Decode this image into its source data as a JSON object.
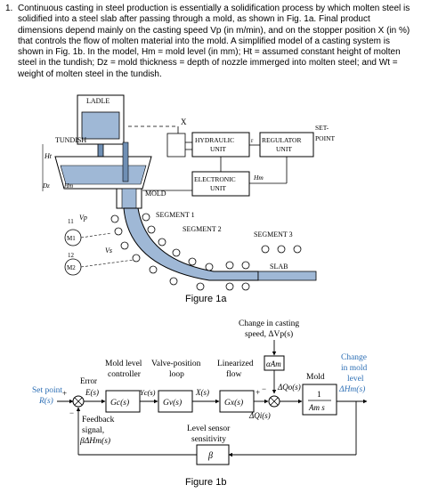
{
  "problem": {
    "number": "1.",
    "text": "Continuous casting in steel production is essentially a solidification process by which molten steel is solidified into a steel slab after passing through a mold, as shown in Fig. 1a. Final product dimensions depend mainly on the casting speed Vp (in m/min), and on the stopper position X (in %) that controls the flow of molten material into the mold. A simplified model of a casting system is shown in Fig. 1b. In the model, Hm = mold level (in mm); Ht = assumed constant height of molten steel in the tundish; Dz = mold thickness = depth of nozzle immerged into molten steel; and Wt = weight of molten steel in the tundish."
  },
  "fig1a": {
    "caption": "Figure 1a",
    "labels": {
      "ladle": "LADLE",
      "tundish": "TUNDISH",
      "ht": "Ht",
      "dz": "Dz",
      "hm": "Hm",
      "mold": "MOLD",
      "x": "X",
      "hydraulic": "HYDRAULIC",
      "hydraulic2": "UNIT",
      "r": "r",
      "regulator": "REGULATOR",
      "regulator2": "UNIT",
      "setpoint": "SET-",
      "setpoint2": "POINT",
      "electronic": "ELECTRONIC",
      "electronic2": "UNIT",
      "hm2": "Hm",
      "segment1": "SEGMENT 1",
      "segment2": "SEGMENT 2",
      "segment3": "SEGMENT 3",
      "slab": "SLAB",
      "vp": "Vp",
      "vs": "Vs",
      "n11": "11",
      "n12": "12",
      "m1": "M1",
      "m2": "M2"
    }
  },
  "fig1b": {
    "caption": "Figure 1b",
    "labels": {
      "change_speed_1": "Change in casting",
      "change_speed_2": "speed, ΔVp(s)",
      "alpha_am": "αAm",
      "mold_level_controller_1": "Mold level",
      "mold_level_controller_2": "controller",
      "valve_loop_1": "Valve-position",
      "valve_loop_2": "loop",
      "linearized_flow_1": "Linearized",
      "linearized_flow_2": "flow",
      "mold": "Mold",
      "change_level_1": "Change",
      "change_level_2": "in mold",
      "change_level_3": "level",
      "change_level_4": "ΔHm(s)",
      "error": "Error",
      "es": "E(s)",
      "setpoint_1": "Set point",
      "setpoint_2": "R(s)",
      "gc": "Gc(s)",
      "yc": "Yc(s)",
      "gv": "Gv(s)",
      "xs": "X(s)",
      "gx": "Gx(s)",
      "deltaqo": "ΔQo(s)",
      "deltaqi": "ΔQi(s)",
      "mold_num": "1",
      "mold_den": "Am s",
      "feedback_1": "Feedback",
      "feedback_2": "signal,",
      "feedback_3": "βΔHm(s)",
      "sensor_1": "Level sensor",
      "sensor_2": "sensitivity",
      "beta": "β",
      "plus": "+",
      "minus": "−",
      "plus2": "+",
      "minus2": "−"
    }
  },
  "colors": {
    "blue_label": "#2d6fb5",
    "steel_fill": "#9fb8d6",
    "steel_dark": "#6f8fb4"
  }
}
